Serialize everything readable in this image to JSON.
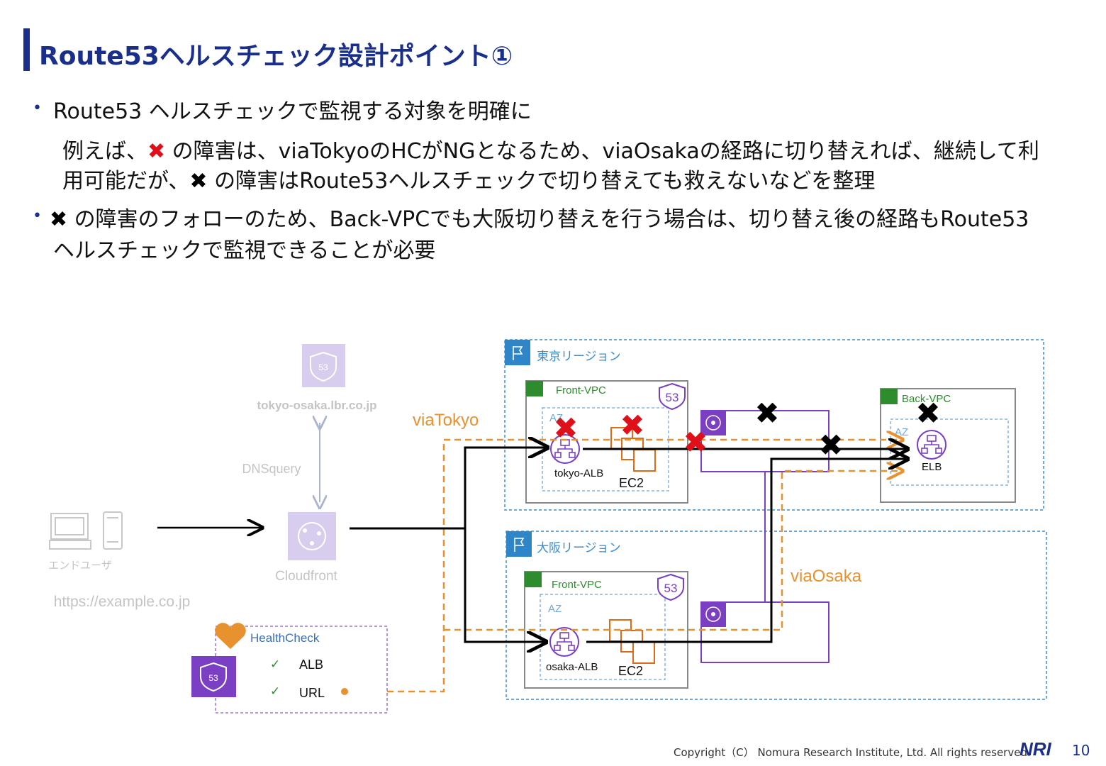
{
  "title": "Route53ヘルスチェック設計ポイント①",
  "bullets": {
    "b1_line1": "Route53 ヘルスチェックで監視する対象を明確に",
    "b1_line2_pre": "例えば、",
    "b1_line2_post": " の障害は、viaTokyoのHCがNGとなるため、viaOsakaの経路に切り替えれば、継続して利",
    "b1_line3_pre": "用可能だが、",
    "b1_line3_post": " の障害はRoute53ヘルスチェックで切り替えても救えないなどを整理",
    "b2_line1_post": " の障害のフォローのため、Back-VPCでも大阪切り替えを行う場合は、切り替え後の経路もRoute53",
    "b2_line2": "ヘルスチェックで監視できることが必要",
    "cross_glyph": "✖",
    "bullet_glyph": "•"
  },
  "diagram": {
    "end_user": "エンドユーザ",
    "url": "https://example.co.jp",
    "dns_name": "tokyo-osaka.lbr.co.jp",
    "dns_query": "DNSquery",
    "cloudfront": "Cloudfront",
    "via_tokyo": "viaTokyo",
    "via_osaka": "viaOsaka",
    "tokyo_region": "東京リージョン",
    "osaka_region": "大阪リージョン",
    "front_vpc": "Front-VPC",
    "back_vpc": "Back-VPC",
    "az": "AZ",
    "tokyo_alb": "tokyo-ALB",
    "osaka_alb": "osaka-ALB",
    "ec2": "EC2",
    "elb": "ELB",
    "healthcheck": "HealthCheck",
    "hc_item1": "ALB",
    "hc_item2": "URL",
    "check_glyph": "✓",
    "r53_badge": "53"
  },
  "footer": {
    "copyright": "Copyright（C） Nomura Research Institute, Ltd. All rights reserved.",
    "logo": "NRI",
    "page": "10"
  },
  "colors": {
    "title": "#1a2f8c",
    "orange": "#e8912f",
    "purple": "#7b3fc4",
    "red_cross": "#e0101a",
    "region_border": "#3a8dd0",
    "vpc_green": "#2e8b2e"
  }
}
